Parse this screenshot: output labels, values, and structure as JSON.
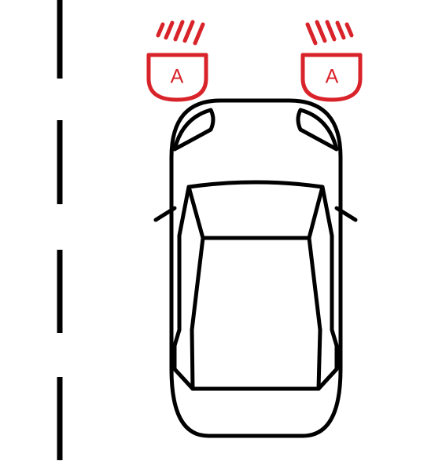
{
  "illustration": {
    "left_lamp": {
      "letter": "A"
    },
    "right_lamp": {
      "letter": "A"
    }
  },
  "colors": {
    "line": "#000000",
    "lamp": "#d9232a",
    "background": "#ffffff"
  },
  "icons": [
    "lane-marking",
    "car-top-view",
    "auto-headlight-icon"
  ]
}
